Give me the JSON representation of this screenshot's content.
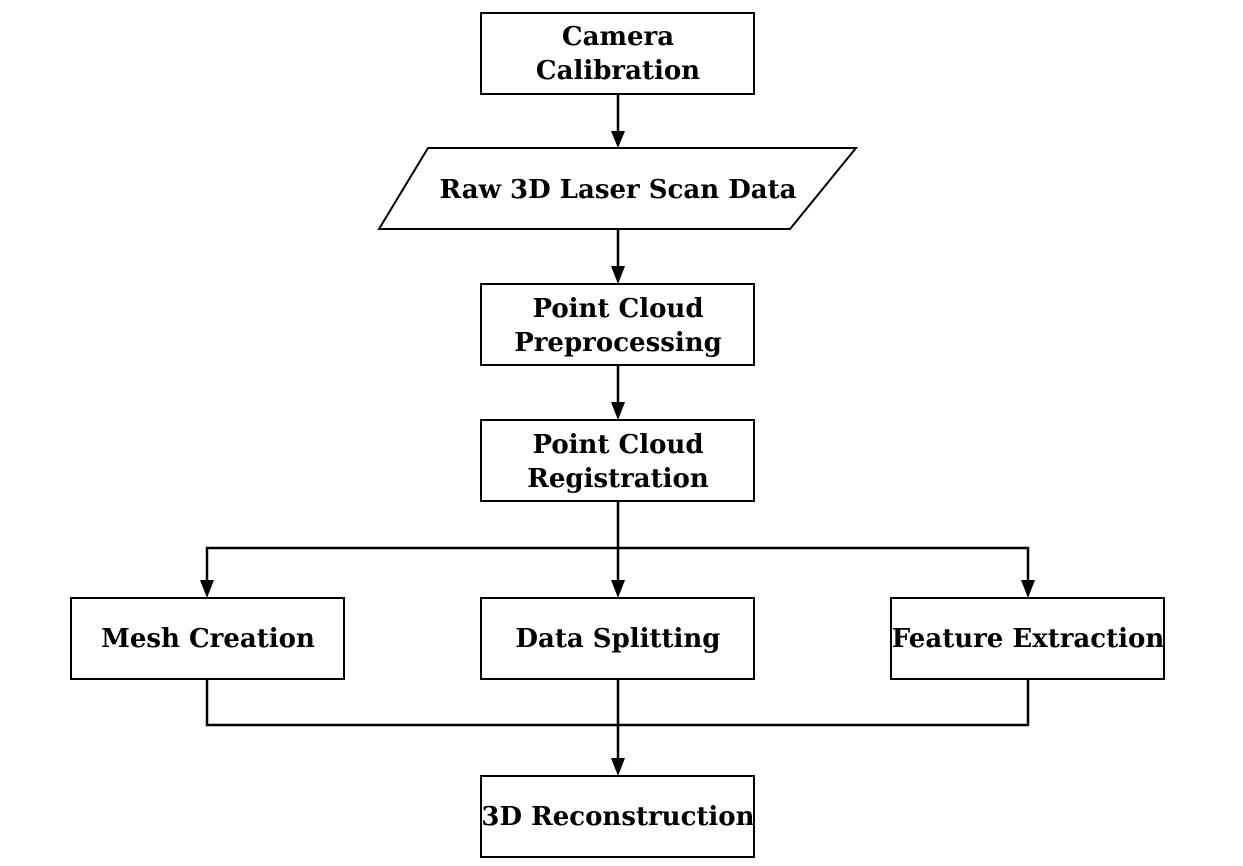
{
  "nodes": {
    "camera_calibration": [
      "Camera",
      "Calibration"
    ],
    "raw_scan_data": [
      "Raw 3D Laser Scan Data"
    ],
    "preprocessing": [
      "Point Cloud",
      "Preprocessing"
    ],
    "registration": [
      "Point Cloud",
      "Registration"
    ],
    "mesh_creation": [
      "Mesh Creation"
    ],
    "data_splitting": [
      "Data Splitting"
    ],
    "feature_extraction": [
      "Feature Extraction"
    ],
    "reconstruction": [
      "3D Reconstruction"
    ]
  },
  "edges": [
    {
      "from": "camera_calibration",
      "to": "raw_scan_data"
    },
    {
      "from": "raw_scan_data",
      "to": "preprocessing"
    },
    {
      "from": "preprocessing",
      "to": "registration"
    },
    {
      "from": "registration",
      "to": "mesh_creation"
    },
    {
      "from": "registration",
      "to": "data_splitting"
    },
    {
      "from": "registration",
      "to": "feature_extraction"
    },
    {
      "from": "mesh_creation",
      "to": "reconstruction"
    },
    {
      "from": "data_splitting",
      "to": "reconstruction"
    },
    {
      "from": "feature_extraction",
      "to": "reconstruction"
    }
  ],
  "colors": {
    "stroke": "#000000",
    "fill": "#ffffff",
    "text": "#000000"
  }
}
